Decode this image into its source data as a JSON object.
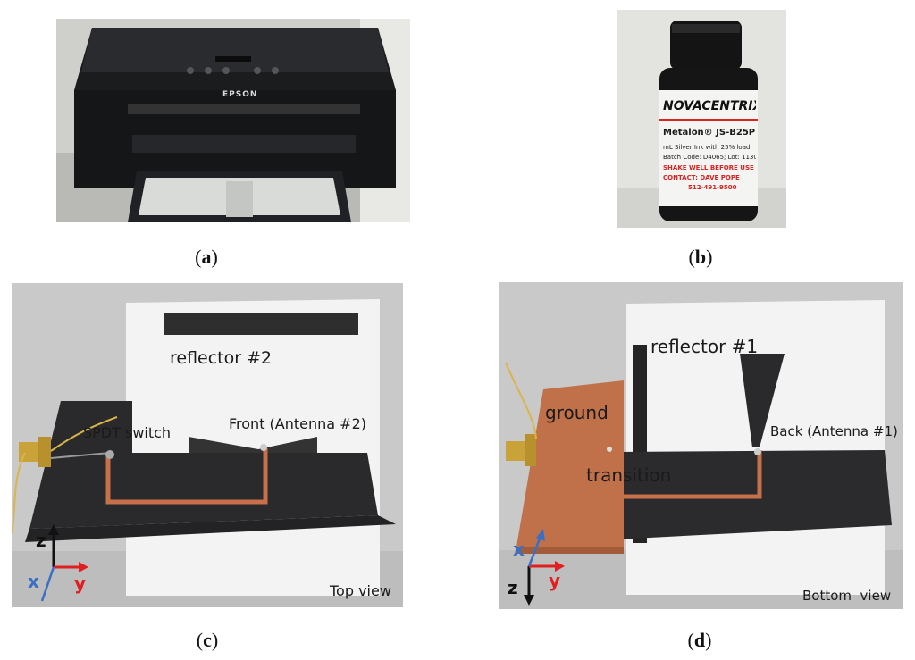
{
  "captions": {
    "a": "a",
    "b": "b",
    "c": "c",
    "d": "d"
  },
  "printer": {
    "brand": "EPSON"
  },
  "bottle": {
    "brand": "NOVACENTRIX",
    "product": "Metalon® JS-B25P",
    "line1": "mL Silver Ink with 25% load",
    "line2": "Batch Code: D4065; Lot: 1130",
    "warn1": "SHAKE WELL BEFORE USE",
    "warn2": "CONTACT: DAVE POPE",
    "phone": "512-491-9500"
  },
  "panel_c": {
    "reflector": "reflector #2",
    "switch": "SPDT switch",
    "front": "Front (Antenna #2)",
    "view": "Top view",
    "axis": {
      "z": "z",
      "x": "x",
      "y": "y"
    }
  },
  "panel_d": {
    "reflector": "reflector #1",
    "ground": "ground",
    "back": "Back (Antenna #1)",
    "transition": "transition",
    "view": "Bottom  view",
    "axis": {
      "x": "x",
      "z": "z",
      "y": "y"
    }
  },
  "colors": {
    "axis_x": "#3a6fc4",
    "axis_y": "#e02020",
    "axis_z": "#111111",
    "trace": "#c8704a"
  }
}
